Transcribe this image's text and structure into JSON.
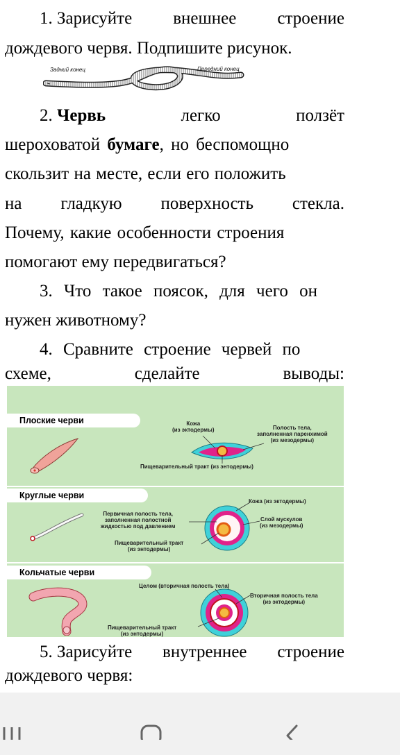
{
  "q1": {
    "line1": [
      "1. Зарисуйте",
      "внешнее",
      "строение"
    ],
    "line2": "дождевого червя. Подпишите рисунок."
  },
  "worm_figure": {
    "label_back": "Задний конец",
    "label_front": "Передний конец"
  },
  "q2": {
    "line1": [
      "2.",
      "Червь",
      "легко",
      "ползёт"
    ],
    "line2_a": "шероховатой ",
    "line2_b": "бумаге",
    "line2_c": ", но беспомощно",
    "line3": "скользит на месте, если его положить",
    "line4": [
      "на",
      "гладкую",
      "поверхность",
      "стекла."
    ],
    "line5": "Почему, какие особенности строения",
    "line6": "помогают ему передвигаться?"
  },
  "q3": {
    "line1": "3. Что такое поясок, для чего он",
    "line2": "нужен животному?"
  },
  "q4": {
    "line1": "4. Сравните строение червей по",
    "line2": [
      "схеме,",
      "сделайте",
      "выводы:"
    ]
  },
  "diagram": {
    "flat": {
      "title": "Плоские черви",
      "skin": "Кожа\n(из эктодермы)",
      "cavity": "Полость тела,\nзаполненная паренхимой\n(из мезодермы)",
      "digestive": "Пищеварительный тракт (из энтодермы)"
    },
    "round": {
      "title": "Круглые черви",
      "skin": "Кожа (из эктодермы)",
      "cavity": "Первичная полость тела,\nзаполненная полостной\nжидкостью под давлением",
      "muscle": "Слой мускулов\n(из мезодермы)",
      "digestive": "Пищеварительный тракт\n(из энтодермы)"
    },
    "annelid": {
      "title": "Кольчатые черви",
      "coelom": "Целом (вторичная полость тела)",
      "secondary": "Вторичная полость тела\n(из эктодермы)",
      "digestive": "Пищеварительный тракт\n(из энтодермы)"
    }
  },
  "q5": {
    "line1": [
      "5. Зарисуйте",
      "внутреннее",
      "строение"
    ],
    "line2": "дождевого червя:"
  },
  "navbar": {
    "recents": "recents-icon",
    "home": "home-icon",
    "back": "back-icon"
  }
}
